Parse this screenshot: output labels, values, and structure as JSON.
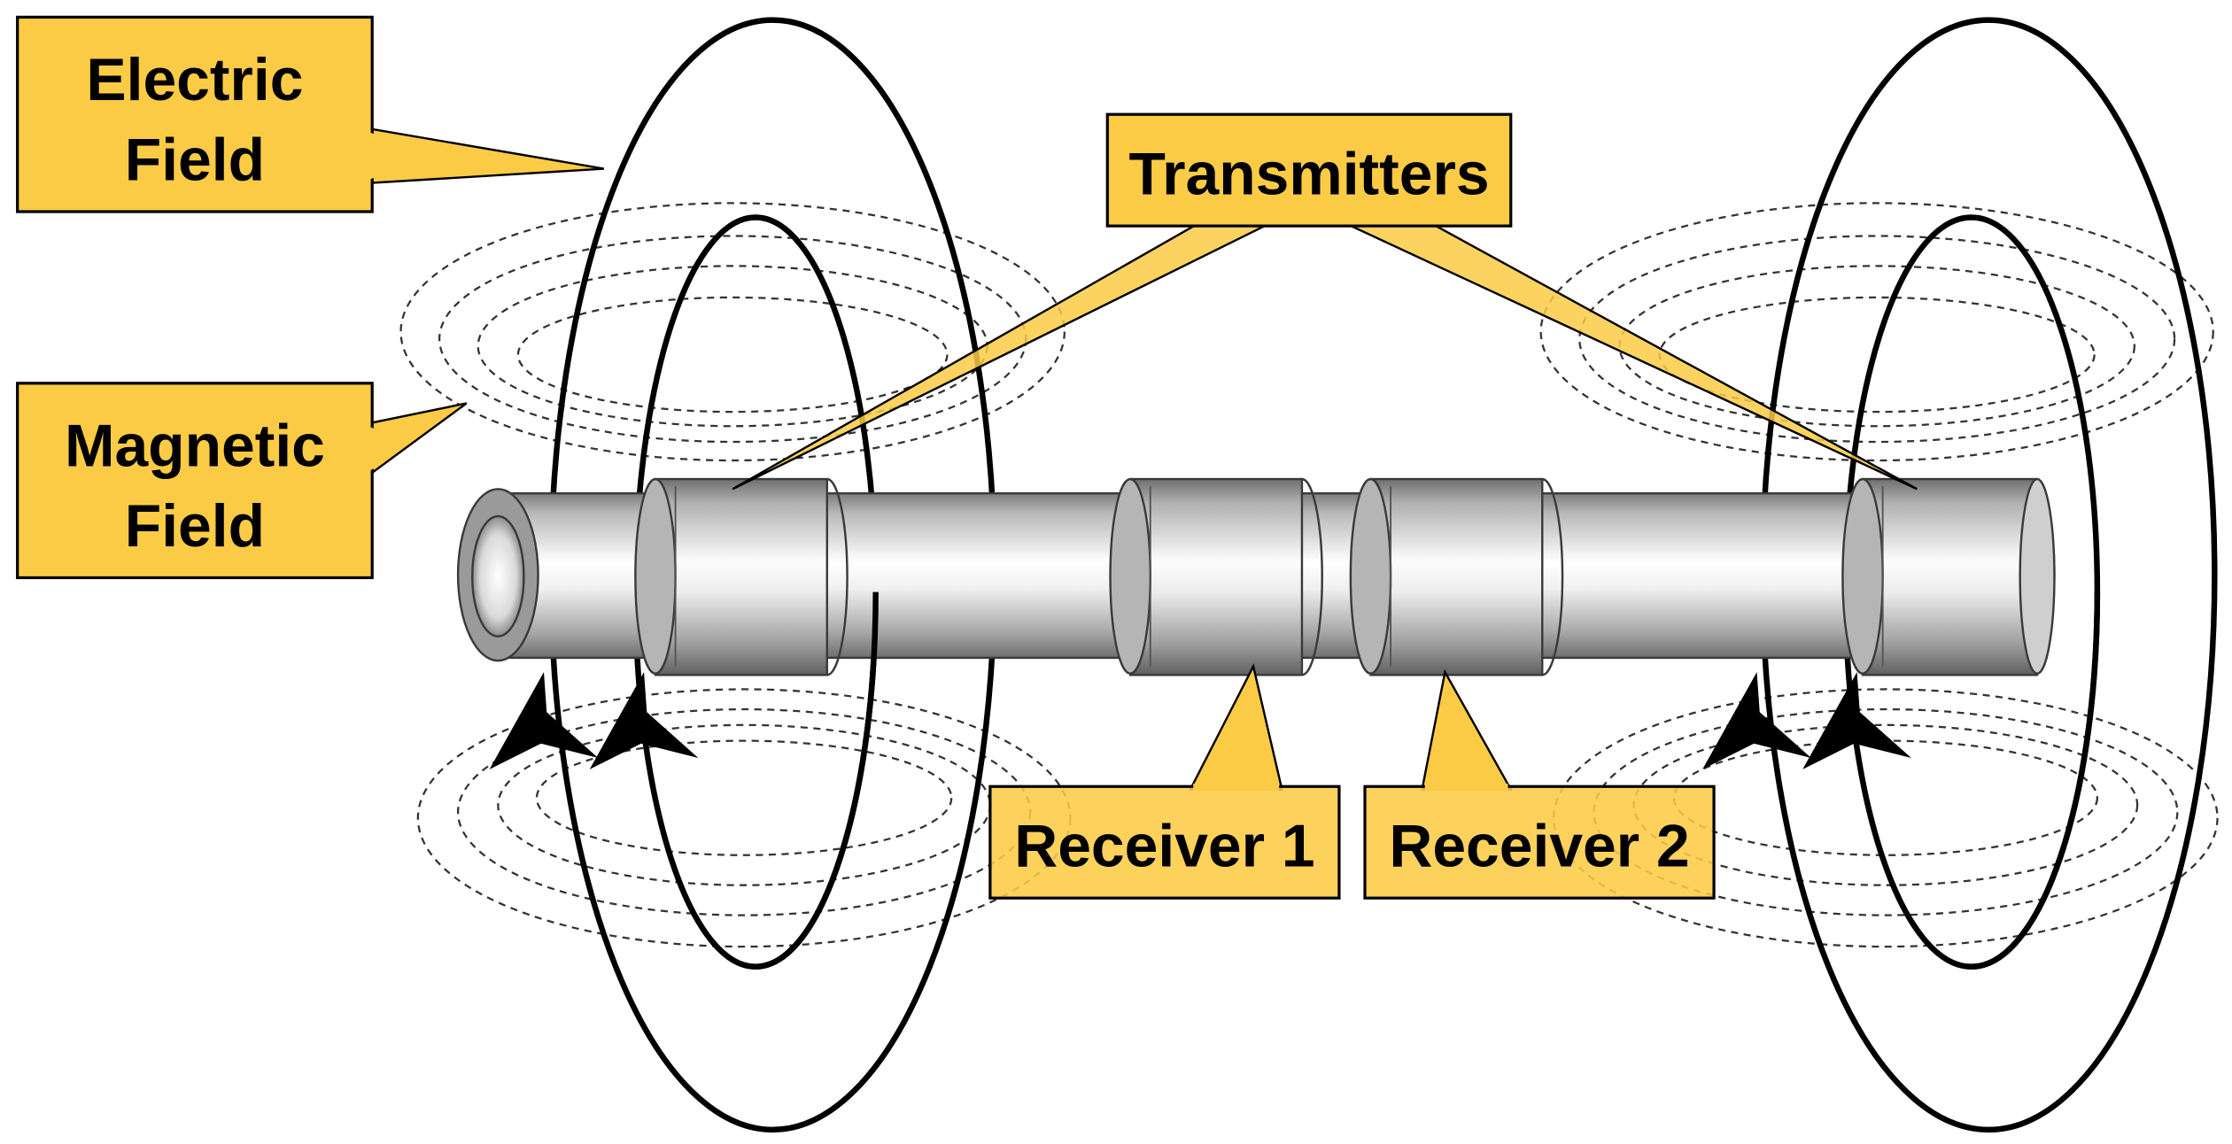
{
  "labels": {
    "electric_field": {
      "line1": "Electric",
      "line2": "Field"
    },
    "magnetic_field": {
      "line1": "Magnetic",
      "line2": "Field"
    },
    "transmitters": "Transmitters",
    "receiver_1": "Receiver 1",
    "receiver_2": "Receiver 2"
  },
  "colors": {
    "callout_fill": "#FCCB45",
    "callout_stroke": "#000000",
    "field_line": "#000000",
    "tool_body_light": "#f2f2f2",
    "tool_body_dark": "#8a8a8a"
  }
}
